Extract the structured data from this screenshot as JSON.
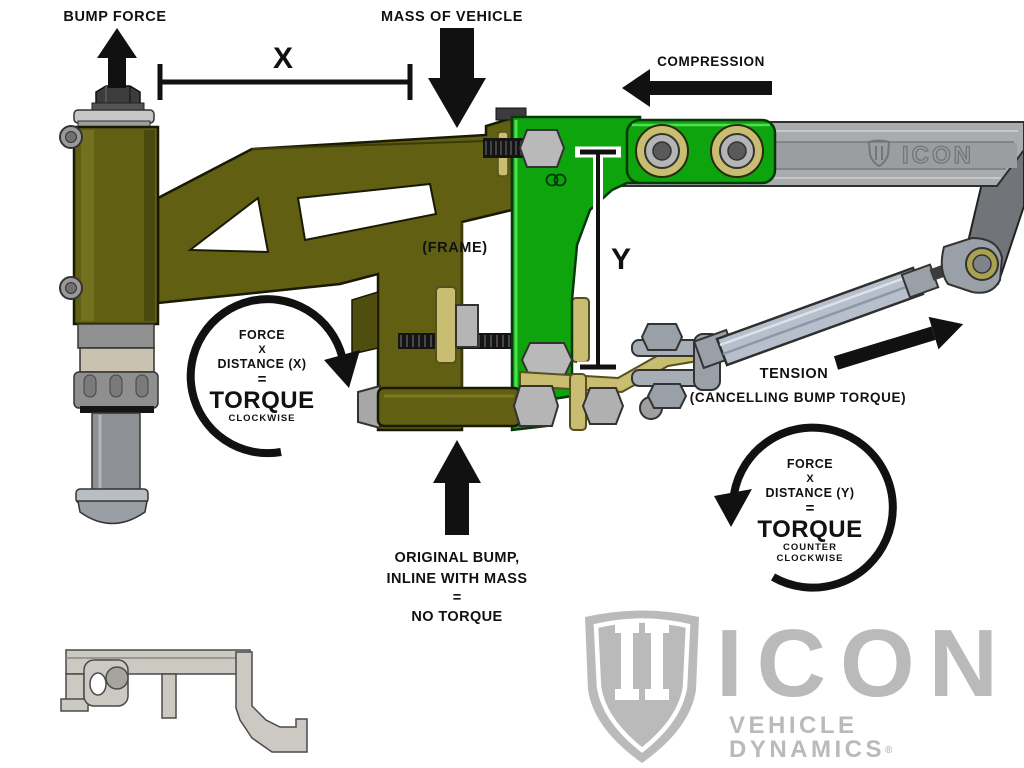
{
  "diagram": {
    "labels": {
      "bump_force": "BUMP FORCE",
      "mass_of_vehicle": "MASS OF VEHICLE",
      "compression": "COMPRESSION",
      "frame": "(FRAME)",
      "tension": "TENSION",
      "tension_note": "(CANCELLING BUMP TORQUE)"
    },
    "dimensions": {
      "x": "X",
      "y": "Y"
    },
    "torque_clockwise": {
      "force": "FORCE",
      "times": "X",
      "distance": "DISTANCE (X)",
      "equals": "=",
      "result": "TORQUE",
      "direction": "CLOCKWISE"
    },
    "torque_counter_clockwise": {
      "force": "FORCE",
      "times": "X",
      "distance": "DISTANCE (Y)",
      "equals": "=",
      "result": "TORQUE",
      "direction_word1": "COUNTER",
      "direction_word2": "CLOCKWISE"
    },
    "no_torque_note": {
      "line1": "ORIGINAL BUMP,",
      "line2": "INLINE WITH MASS",
      "line3": "=",
      "line4": "NO TORQUE"
    }
  },
  "brand": {
    "wordmark": "ICON",
    "tagline": "VEHICLE DYNAMICS",
    "registered": "®",
    "spring_engraving": "ICON"
  },
  "colors": {
    "background": "#ffffff",
    "annotation_black": "#111111",
    "bracket_olive": "#605f12",
    "frame_green": "#0da40d",
    "spring_gray": "#a9abad",
    "hardware_brass": "#c9bd72",
    "turnbuckle_gray": "#b7bfcc",
    "watermark_gray": "#bababa"
  }
}
